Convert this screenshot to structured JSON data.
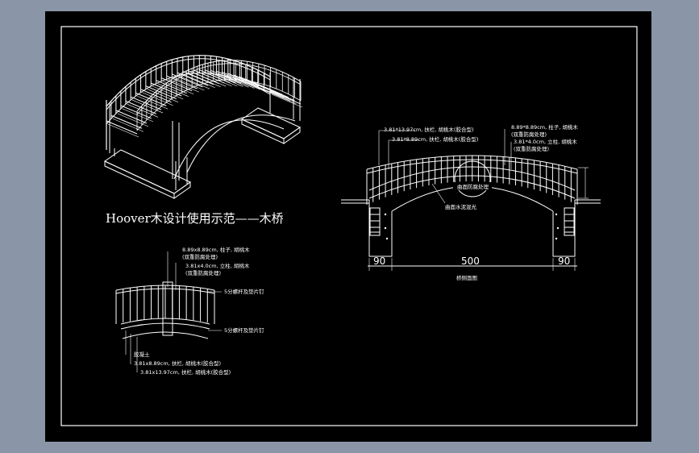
{
  "drawing": {
    "title": "Hoover木设计使用示范——木桥",
    "colors": {
      "background": "#000000",
      "frame": "#ffffff",
      "outer": "#8a96a8"
    }
  },
  "elevation": {
    "caption": "桥侧面图",
    "center_label": "曲面防腐处理",
    "bottom_label": "曲面水泥混光",
    "dims": {
      "left": "90",
      "center": "500",
      "right": "90"
    },
    "notes_left": [
      "3.81*13.97cm, 扶栏, 胡桃木(胶合型)",
      "3.81*8.89cm, 扶栏, 胡桃木(胶合型)"
    ],
    "notes_right": [
      "8.89*8.89cm, 柱子, 胡桃木",
      "(双重防腐处理)",
      "3.81*4.0cm, 立柱, 胡桃木",
      "(双重防腐处理)"
    ]
  },
  "detail": {
    "notes_top": [
      "8.89x8.89cm, 柱子, 胡桃木",
      "(双重防腐处理)",
      "3.81x4.0cm, 立柱, 胡桃木",
      "(双重防腐处理)"
    ],
    "right_labels": [
      "5分螺杆及垫片钉",
      "5分螺杆及垫片钉"
    ],
    "notes_bottom": [
      "胶凝土",
      "3.81x8.89cm, 扶栏, 胡桃木(胶合型)",
      "3.81x13.97cm, 扶栏, 胡桃木(胶合型)"
    ]
  }
}
